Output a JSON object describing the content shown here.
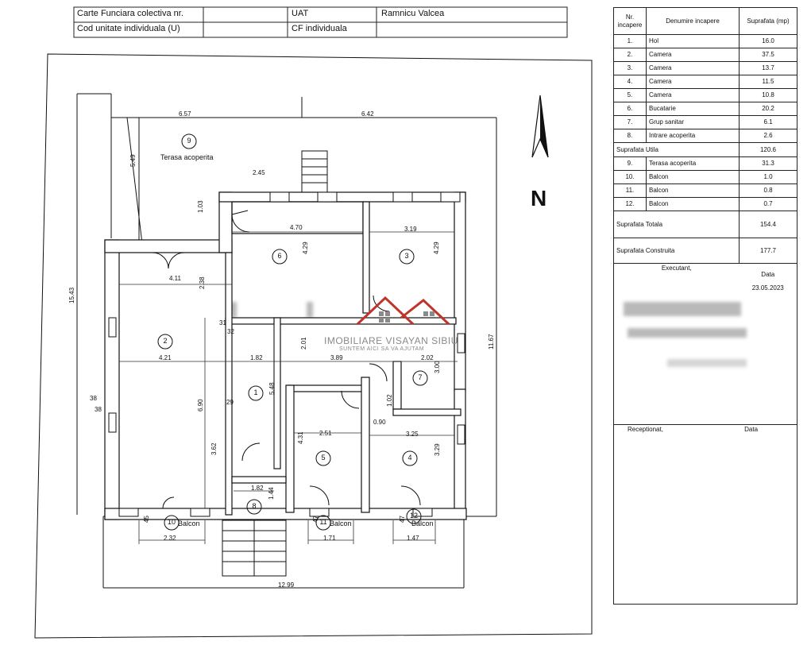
{
  "header": {
    "label_carte": "Carte Funciara colectiva nr.",
    "label_cod": "Cod unitate individuala (U)",
    "label_uat": "UAT",
    "value_uat": "Ramnicu Valcea",
    "label_cf": "CF individuala"
  },
  "rooms_table": {
    "headers": [
      "Nr. incapere",
      "Denumire incapere",
      "Suprafata (mp)"
    ],
    "rows": [
      {
        "nr": "1.",
        "name": "Hol",
        "area": "16.0"
      },
      {
        "nr": "2.",
        "name": "Camera",
        "area": "37.5"
      },
      {
        "nr": "3.",
        "name": "Camera",
        "area": "13.7"
      },
      {
        "nr": "4.",
        "name": "Camera",
        "area": "11.5"
      },
      {
        "nr": "5.",
        "name": "Camera",
        "area": "10.8"
      },
      {
        "nr": "6.",
        "name": "Bucatarie",
        "area": "20.2"
      },
      {
        "nr": "7.",
        "name": "Grup sanitar",
        "area": "6.1"
      },
      {
        "nr": "8.",
        "name": "Intrare acoperita",
        "area": "2.6"
      }
    ],
    "utila_label": "Suprafata Utila",
    "utila_value": "120.6",
    "rows2": [
      {
        "nr": "9.",
        "name": "Terasa acoperita",
        "area": "31.3"
      },
      {
        "nr": "10.",
        "name": "Balcon",
        "area": "1.0"
      },
      {
        "nr": "11.",
        "name": "Balcon",
        "area": "0.8"
      },
      {
        "nr": "12.",
        "name": "Balcon",
        "area": "0.7"
      }
    ],
    "totala_label": "Suprafata Totala",
    "totala_value": "154.4",
    "construita_label": "Suprafata Construita",
    "construita_value": "177.7",
    "executant_label": "Executant,",
    "data_label": "Data",
    "data_value": "23.05.2023",
    "receptionat_label": "Receptionat,",
    "receptionat_data_label": "Data"
  },
  "plan": {
    "north_label": "N",
    "room_numbers": [
      "1",
      "2",
      "3",
      "4",
      "5",
      "6",
      "7",
      "8",
      "9",
      "10",
      "11",
      "12"
    ],
    "room_labels": {
      "terasa": "Terasa acoperita",
      "balcon": "Balcon"
    },
    "dims": {
      "d657": "6.57",
      "d642": "6.42",
      "d549": "5.49",
      "d245": "2.45",
      "d103": "1.03",
      "d470": "4.70",
      "d319": "3.19",
      "d429a": "4.29",
      "d429b": "4.29",
      "d411": "4.11",
      "d238": "2.38",
      "d1543": "15.43",
      "d31": "31",
      "d32": "32",
      "d421": "4.21",
      "d182a": "1.82",
      "d201": "2.01",
      "d389": "3.89",
      "d202": "2.02",
      "d300": "3.00",
      "d1167": "11.67",
      "d548": "5.48",
      "d38a": "38",
      "d38b": "38",
      "d690": "6.90",
      "d29": "29",
      "d102": "1.02",
      "d090": "0.90",
      "d251": "2.51",
      "d325": "3.25",
      "d362": "3.62",
      "d431": "4.31",
      "d329": "3.29",
      "d182b": "1.82",
      "d144": "1.44",
      "d45": "45",
      "d47a": "47",
      "d47b": "47",
      "d232": "2.32",
      "d171": "1.71",
      "d147": "1.47",
      "d1299": "12.99"
    }
  },
  "watermark": {
    "name": "IMOBILIARE VISAYAN SIBIU",
    "slogan": "SUNTEM AICI SA VA AJUTAM"
  },
  "colors": {
    "watermark_red": "#c0342c",
    "watermark_grey": "#8a8a8a",
    "ink": "#111111"
  }
}
